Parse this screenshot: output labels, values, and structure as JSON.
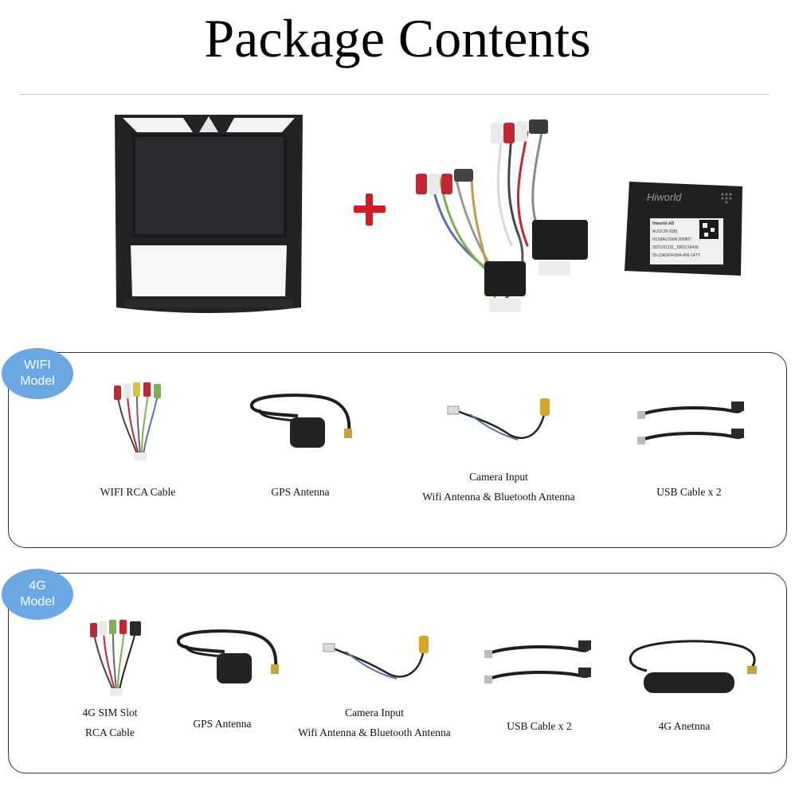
{
  "header": {
    "title": "Package Contents"
  },
  "top": {
    "decoder_brand": "Hiworld",
    "decoder_label_lines": [
      "Hiworld-AD",
      "AU10.20 (GB)",
      "H1S6AU100A  200807",
      "2021161131_1061519430",
      "03-13A3/04-08A-406-14TT"
    ]
  },
  "wifi_model": {
    "badge_lines": [
      "WIFI",
      "Model"
    ],
    "items": [
      {
        "lines": [
          "WIFI RCA Cable"
        ]
      },
      {
        "lines": [
          "GPS Antenna"
        ]
      },
      {
        "lines": [
          "Camera Input",
          "Wifi Antenna & Bluetooth Antenna"
        ]
      },
      {
        "lines": [
          "USB Cable x 2"
        ]
      }
    ]
  },
  "lte_model": {
    "badge_lines": [
      "4G",
      "Model"
    ],
    "items": [
      {
        "lines": [
          "4G SIM Slot",
          "RCA Cable"
        ]
      },
      {
        "lines": [
          "GPS Antenna"
        ]
      },
      {
        "lines": [
          "Camera Input",
          "Wifi Antenna & Bluetooth Antenna"
        ]
      },
      {
        "lines": [
          "USB Cable x 2"
        ]
      },
      {
        "lines": [
          "4G Anetnna"
        ]
      }
    ]
  }
}
